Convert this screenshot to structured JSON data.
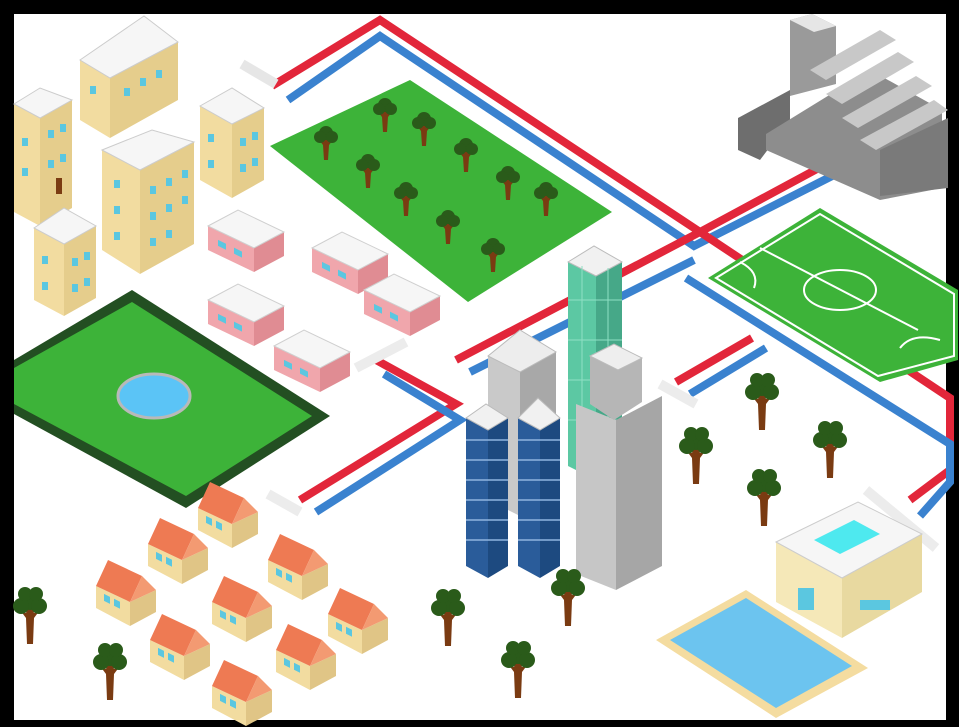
{
  "scene": {
    "frame_color": "#000000",
    "background": "#ffffff",
    "colors": {
      "pipe_hot": "#e2263a",
      "pipe_cold": "#3a82cf",
      "grass": "#3db339",
      "park_border": "#234f22",
      "pond": "#5bc4f6",
      "apartment_wall": "#f2dca0",
      "apartment_window": "#5bc7e0",
      "pink_house": "#f0a6ac",
      "roof_orange": "#ee7a53",
      "tower_blue": "#2a5c9a",
      "tower_green": "#5cc8a3",
      "tower_gray": "#bdbdbd",
      "factory": "#8d8d8d",
      "tree_trunk": "#7a3b12",
      "tree_crown": "#2a5b1a",
      "pool_water": "#6cc4ef",
      "pool_edge": "#f4dca0"
    },
    "elements": [
      "residential-apartments",
      "orchard",
      "pink-houses",
      "park-with-pond",
      "orange-roof-houses",
      "office-towers",
      "factory",
      "soccer-field",
      "villa",
      "swimming-pool",
      "utility-pipes",
      "trees"
    ]
  }
}
